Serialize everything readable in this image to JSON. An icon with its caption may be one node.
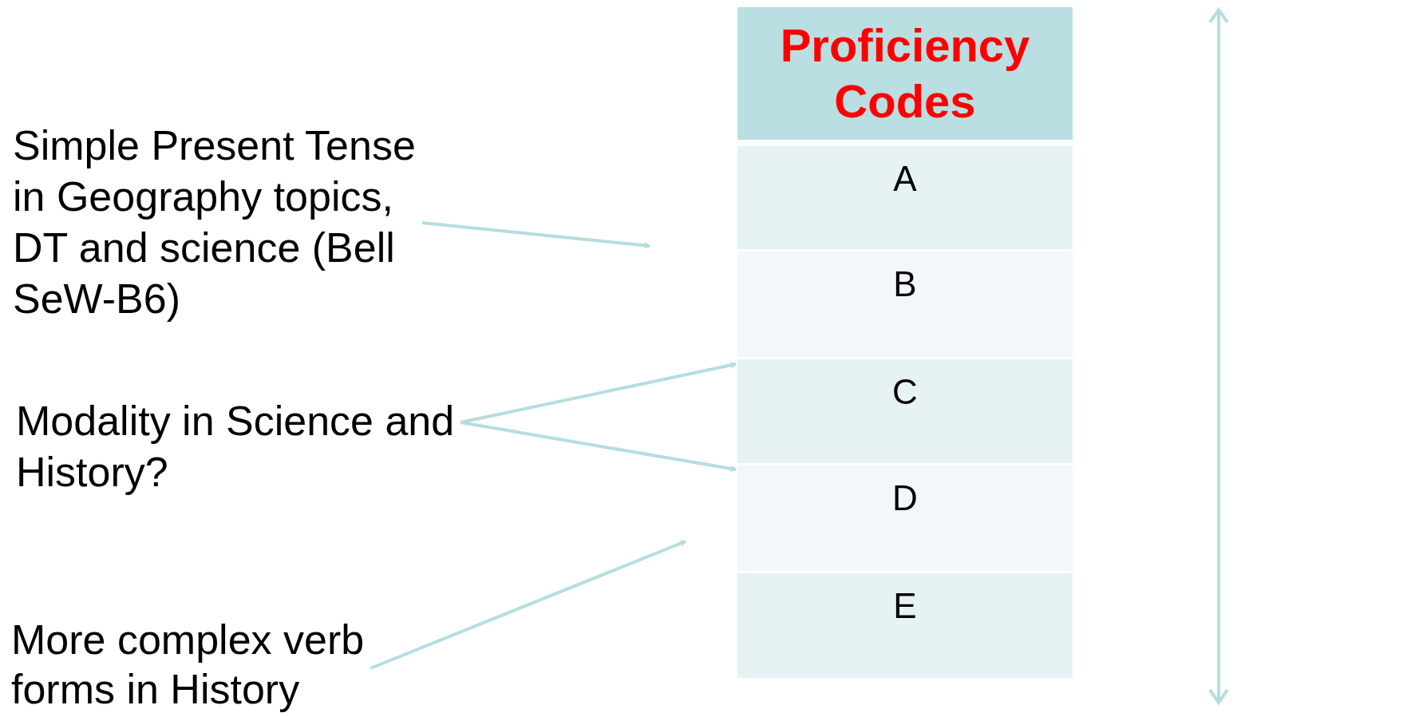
{
  "diagram": {
    "nodes": [
      {
        "text": [
          "Simple Present Tense in Geography topics, DT and science (Bell SeW-B6)"
        ]
      },
      {
        "text": [
          "Modality in Science and History?"
        ]
      },
      {
        "text": [
          "More complex verb forms in History"
        ]
      },
      {
        "text": [
          "Proficiency Codes"
        ]
      },
      {
        "text": [
          "A"
        ]
      },
      {
        "text": [
          "B"
        ]
      },
      {
        "text": [
          "C"
        ]
      },
      {
        "text": [
          "D"
        ]
      },
      {
        "text": [
          "E"
        ]
      }
    ],
    "edges": [
      {
        "from": 0,
        "to": null,
        "arrow": "to"
      },
      {
        "from": 1,
        "to": 6,
        "arrow": "to"
      },
      {
        "from": 1,
        "to": 7,
        "arrow": "to"
      },
      {
        "from": 2,
        "to": null,
        "arrow": "to"
      }
    ]
  }
}
